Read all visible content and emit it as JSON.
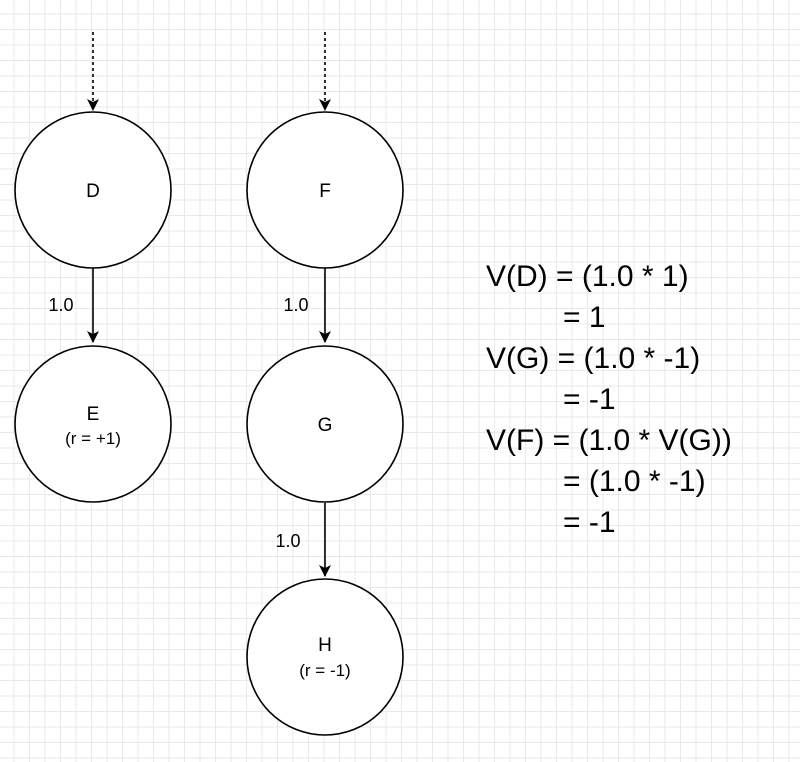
{
  "nodes": {
    "d": {
      "label": "D",
      "sub": ""
    },
    "e": {
      "label": "E",
      "sub": "(r = +1)"
    },
    "f": {
      "label": "F",
      "sub": ""
    },
    "g": {
      "label": "G",
      "sub": ""
    },
    "h": {
      "label": "H",
      "sub": "(r = -1)"
    }
  },
  "edges": {
    "d_to_e": "1.0",
    "f_to_g": "1.0",
    "g_to_h": "1.0"
  },
  "equations": [
    "V(D) = (1.0 * 1)",
    "= 1",
    "V(G) = (1.0 * -1)",
    "= -1",
    "V(F) = (1.0 * V(G))",
    "= (1.0 * -1)",
    "= -1"
  ]
}
